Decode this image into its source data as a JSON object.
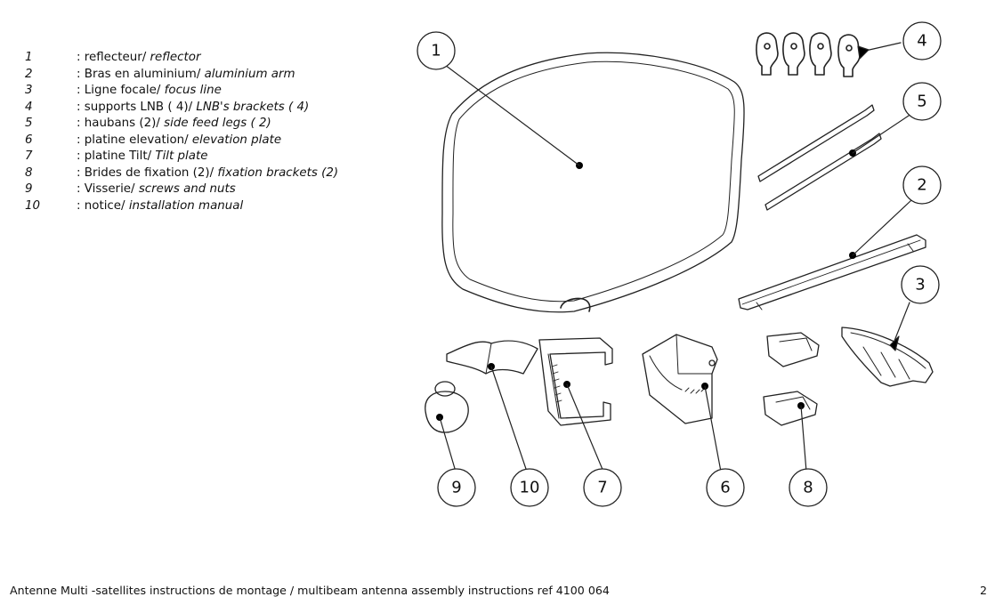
{
  "legend": [
    {
      "num": "1",
      "fr": "reflecteur ",
      "en": "reflector"
    },
    {
      "num": "2",
      "fr": "Bras en aluminium ",
      "en": "aluminium arm"
    },
    {
      "num": "3",
      "fr": "Ligne focale ",
      "en": "focus line"
    },
    {
      "num": "4",
      "fr": "supports LNB ( 4) ",
      "en": "LNB's brackets ( 4)"
    },
    {
      "num": "5",
      "fr": "haubans (2) ",
      "en": "side feed legs ( 2)"
    },
    {
      "num": "6",
      "fr": "platine elevation ",
      "en": "elevation plate"
    },
    {
      "num": "7",
      "fr": "platine Tilt ",
      "en": "Tilt plate"
    },
    {
      "num": "8",
      "fr": "Brides de fixation (2) ",
      "en": "fixation brackets (2)"
    },
    {
      "num": "9",
      "fr": "Visserie ",
      "en": "screws and nuts"
    },
    {
      "num": "10",
      "fr": "notice ",
      "en": "installation manual"
    }
  ],
  "callouts": {
    "c1": "1",
    "c2": "2",
    "c3": "3",
    "c4": "4",
    "c5": "5",
    "c6": "6",
    "c7": "7",
    "c8": "8",
    "c9": "9",
    "c10": "10"
  },
  "footer": {
    "text": "Antenne Multi -satellites  instructions de montage / multibeam antenna assembly instructions   ref 4100 064",
    "page": "2"
  }
}
